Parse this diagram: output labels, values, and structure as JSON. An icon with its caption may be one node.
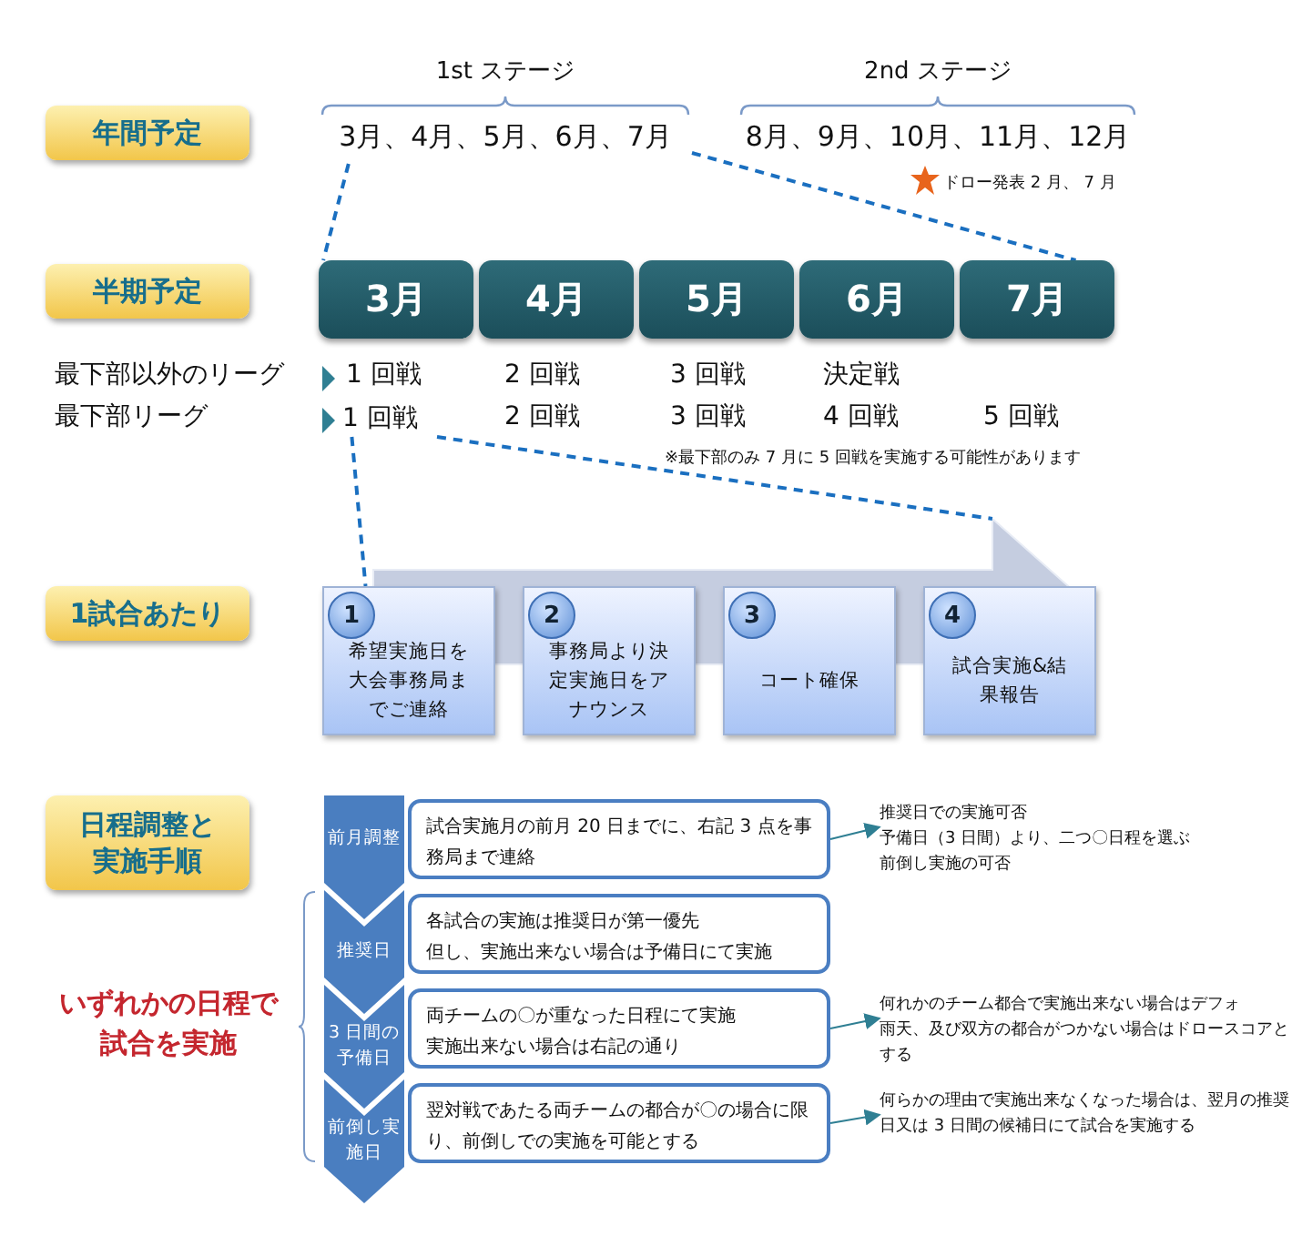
{
  "diagram": {
    "nodes": [
      {
        "text": [
          "年間予定"
        ]
      },
      {
        "text": [
          "1st ステージ",
          "3月、4月、5月、6月、7月"
        ]
      },
      {
        "text": [
          "2nd ステージ",
          "8月、9月、10月、11月、12月"
        ]
      },
      {
        "text": [
          "半期予定"
        ]
      },
      {
        "text": [
          "3月"
        ]
      },
      {
        "text": [
          "4月"
        ]
      },
      {
        "text": [
          "5月"
        ]
      },
      {
        "text": [
          "6月"
        ]
      },
      {
        "text": [
          "7月"
        ]
      },
      {
        "text": [
          "1 回戦"
        ]
      },
      {
        "text": [
          "1試合あたり"
        ]
      },
      {
        "text": [],
        "shape": "arrow"
      },
      {
        "text": [
          "1",
          "希望実施日を大会事務局までご連絡"
        ]
      },
      {
        "text": [
          "2",
          "事務局より決定実施日をアナウンス"
        ]
      },
      {
        "text": [
          "3",
          "コート確保"
        ]
      },
      {
        "text": [
          "4",
          "試合実施&結果報告"
        ]
      },
      {
        "text": [
          "日程調整と実施手順"
        ]
      },
      {
        "text": [
          "前月調整"
        ]
      },
      {
        "text": [
          "試合実施月の前月 20 日までに、右記 3 点を事務局まで連絡"
        ]
      },
      {
        "text": [
          "推奨日での実施可否",
          "予備日（3 日間）より、二つ〇日程を選ぶ",
          "前倒し実施の可否"
        ]
      },
      {
        "text": [
          "推奨日"
        ]
      },
      {
        "text": [
          "各試合の実施は推奨日が第一優先",
          "但し、実施出来ない場合は予備日にて実施"
        ]
      },
      {
        "text": [
          "3 日間の予備日"
        ]
      },
      {
        "text": [
          "両チームの〇が重なった日程にて実施",
          "実施出来ない場合は右記の通り"
        ]
      },
      {
        "text": [
          "何れかのチーム都合で実施出来ない場合はデフォ",
          "雨天、及び双方の都合がつかない場合はドロースコアとする"
        ]
      },
      {
        "text": [
          "前倒し実施日"
        ]
      },
      {
        "text": [
          "翌対戦であたる両チームの都合が〇の場合に限り、前倒しでの実施を可能とする"
        ]
      },
      {
        "text": [
          "何らかの理由で実施出来なくなった場合は、翌月の推奨日又は 3 日間の候補日にて試合を実施する"
        ]
      }
    ],
    "edges": [
      {
        "from": 1,
        "to": 4,
        "arrow": "none",
        "style": "dashed"
      },
      {
        "from": 1,
        "to": 8,
        "arrow": "none",
        "style": "dashed"
      },
      {
        "from": 9,
        "to": 12,
        "arrow": "none",
        "style": "dashed"
      },
      {
        "from": 9,
        "to": 11,
        "arrow": "none",
        "style": "dashed"
      },
      {
        "from": 18,
        "to": 19,
        "arrow": "to"
      },
      {
        "from": 23,
        "to": 24,
        "arrow": "to"
      },
      {
        "from": 26,
        "to": 27,
        "arrow": "to"
      }
    ],
    "labels": [
      "ドロー発表 2 月、 7 月",
      "最下部以外のリーグ",
      "1 回戦",
      "2 回戦",
      "3 回戦",
      "決定戦",
      "最下部リーグ",
      "2 回戦",
      "3 回戦",
      "4 回戦",
      "5 回戦",
      "※最下部のみ 7 月に 5 回戦を実施する可能性があります",
      "いずれかの日程で試合を実施"
    ]
  }
}
